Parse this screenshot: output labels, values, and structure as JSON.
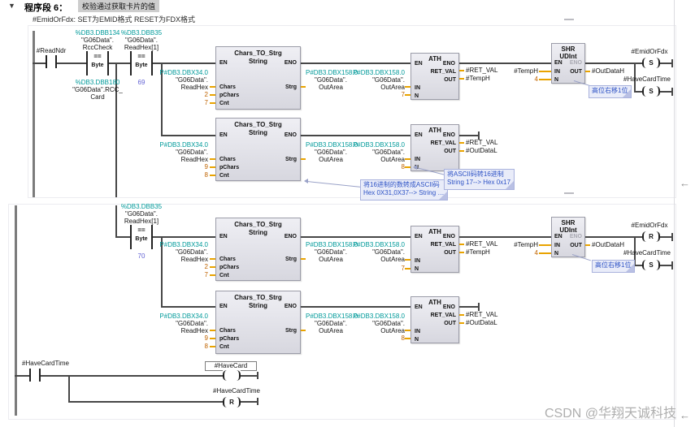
{
  "header": {
    "collapse_icon": "▼",
    "segment_label": "程序段 6：",
    "segment_title": "校验通过获取卡片的值",
    "comment": "#EmidOrFdx: SET为EMID格式 RESET为FDX格式"
  },
  "pins": {
    "en": "EN",
    "eno": "ENO",
    "in": "IN",
    "n": "N",
    "out": "OUT",
    "ret_val": "RET_VAL",
    "chars": "Chars",
    "pchars": "pChars",
    "cnt": "Cnt",
    "strg": "Strg"
  },
  "blocks": {
    "cts_title": "Chars_TO_Strg",
    "cts_sub": "String",
    "ath_title": "ATH",
    "shr_title": "SHR",
    "shr_sub": "UDInt"
  },
  "cmp": {
    "op": "==",
    "type": "Byte"
  },
  "cmp1": {
    "addr": "%DB3.DBB134",
    "sym": "\"G06Data\".",
    "name": "RccCheck",
    "addr2": "%DB3.DBB180",
    "sym2": "\"G06Data\".RCC_",
    "name2": "Card"
  },
  "cmp2": {
    "addr": "%DB3.DBB35",
    "sym": "\"G06Data\".",
    "name": "ReadHex[1]"
  },
  "ptr_readhex": {
    "addr": "P#DB3.DBX34.0",
    "sym": "\"G06Data\".",
    "name": "ReadHex"
  },
  "ptr_outarea": {
    "addr": "P#DB3.DBX158.0",
    "sym": "\"G06Data\".",
    "name": "OutArea"
  },
  "ops": {
    "read_contact": "#ReadNdr",
    "emidorfdx": "#EmidOrFdx",
    "havecardtime": "#HaveCardTime",
    "havecard": "#HaveCard",
    "ret_val": "#RET_VAL",
    "temph": "#TempH",
    "outdatah": "#OutDataH",
    "outdatal": "#OutDataL",
    "n4": "4",
    "pchars_a": "2",
    "cnt_a": "7",
    "pchars_b": "9",
    "cnt_b": "8",
    "ath_n_a": "7",
    "ath_n_b": "8",
    "cmp_val_a": "69",
    "cmp_val_b": "70",
    "coil_s": "S",
    "coil_r": "R",
    "coil_none": ""
  },
  "notes": {
    "shift": "高位右移1位",
    "hex_to_ascii_1": "将16进制的数转成ASCII码",
    "hex_to_ascii_2": "Hex 0X31,0X37--> String …",
    "ascii_to_hex_1": "将ASCII码转16进制",
    "ascii_to_hex_2": "String 17--> Hex 0x17"
  },
  "watermark": "CSDN @华翔天诚科技",
  "scroll_arrow": "←"
}
